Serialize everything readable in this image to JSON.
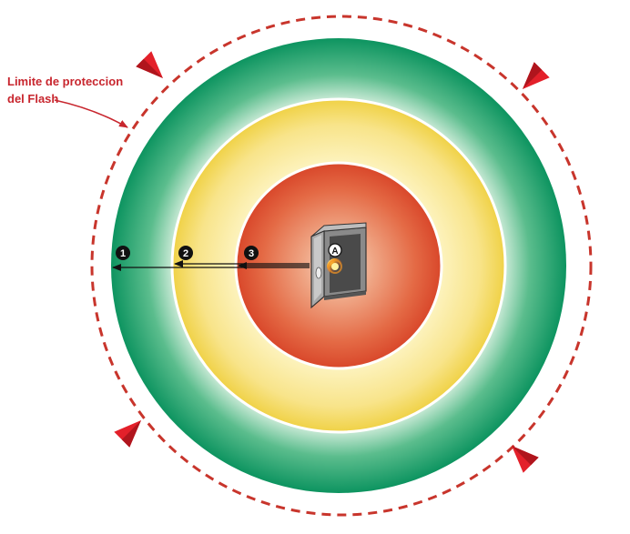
{
  "callout": {
    "line1": "Limite de proteccion",
    "line2": "del Flash"
  },
  "markers": [
    "1",
    "2",
    "3"
  ],
  "source_label": "A",
  "colors": {
    "boundary": "#c8352c",
    "outer_zone": "#10955f",
    "middle_zone": "#f1d64c",
    "inner_zone": "#df5532",
    "callout_text": "#c8262e",
    "arrow_triangle": "#e3202a"
  },
  "icons": [
    "electrical-cabinet-icon",
    "arc-flash-source-icon",
    "expansion-arrow-icon"
  ]
}
